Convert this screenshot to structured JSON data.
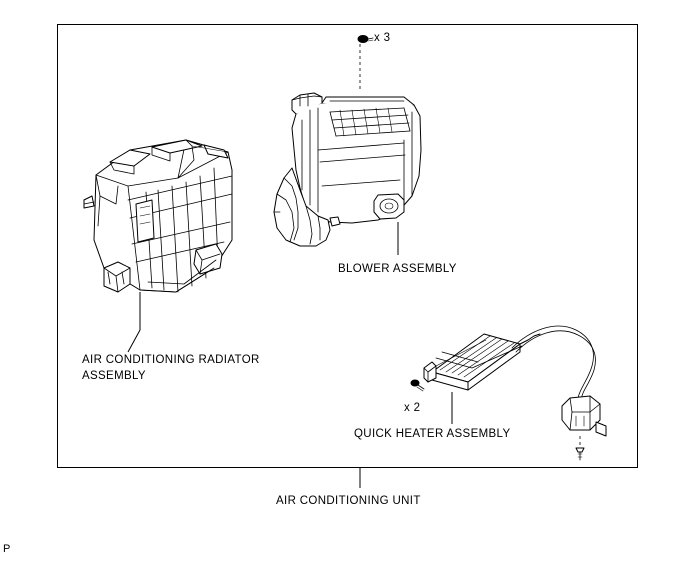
{
  "page": {
    "corner_mark": "P"
  },
  "diagram": {
    "title": "AIR CONDITIONING UNIT",
    "parts": [
      {
        "id": "air-conditioning-radiator-assembly",
        "label_line1": "AIR CONDITIONING RADIATOR",
        "label_line2": "ASSEMBLY"
      },
      {
        "id": "blower-assembly",
        "label": "BLOWER ASSEMBLY"
      },
      {
        "id": "quick-heater-assembly",
        "label": "QUICK HEATER ASSEMBLY"
      }
    ],
    "fastener_callouts": [
      {
        "id": "blower-screws",
        "quantity_label": "x 3"
      },
      {
        "id": "quick-heater-screws",
        "quantity_label": "x 2"
      }
    ]
  }
}
